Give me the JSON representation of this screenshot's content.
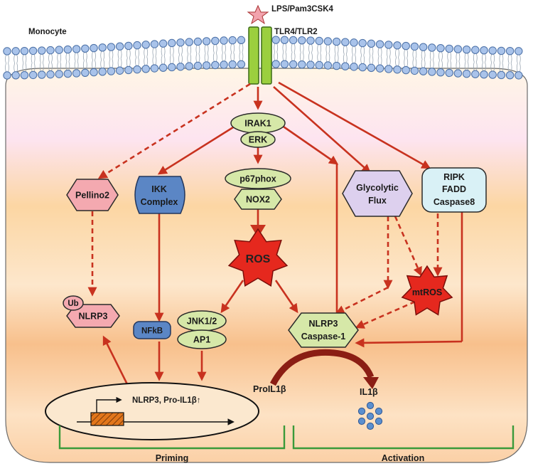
{
  "labels": {
    "ligand": "LPS/Pam3CSK4",
    "receptor": "TLR4/TLR2",
    "cell": "Monocyte",
    "irak1": "IRAK1",
    "erk": "ERK",
    "p67phox": "p67phox",
    "nox2": "NOX2",
    "ros": "ROS",
    "pellino2": "Pellino2",
    "ikk_1": "IKK",
    "ikk_2": "Complex",
    "glyco_1": "Glycolytic",
    "glyco_2": "Flux",
    "ripk_1": "RIPK",
    "ripk_2": "FADD",
    "ripk_3": "Caspase8",
    "mtros": "mtROS",
    "ub": "Ub",
    "nlrp3": "NLRP3",
    "nfkb": "NFkB",
    "jnk": "JNK1/2",
    "ap1": "AP1",
    "nlrp3casp_1": "NLRP3",
    "nlrp3casp_2": "Caspase-1",
    "gene": "NLRP3, Pro-IL1β↑",
    "proil1b": "ProIL1β",
    "il1b": "IL1β",
    "priming": "Priming",
    "activation": "Activation"
  },
  "colors": {
    "arrow": "#c8321f",
    "node_green": "#d6e8a8",
    "node_pink": "#f4a9b0",
    "node_blue": "#5b86c5",
    "node_purple": "#ddd0ee",
    "node_cyan": "#d9f1f6",
    "ros_red": "#e5281e",
    "cytokine_blue": "#5b8fcf",
    "bracket_green": "#3a9a3a",
    "receptor_green": "#9bcf3e"
  }
}
